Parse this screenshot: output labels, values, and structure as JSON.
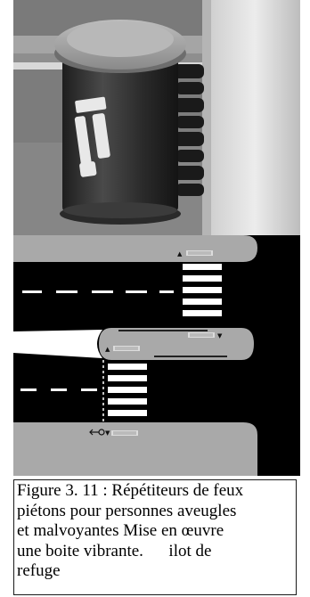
{
  "caption": {
    "lines": [
      "Figure 3. 11 : Répétiteurs de feux",
      "piétons pour personnes aveugles",
      "et malvoyantes Mise en œuvre",
      "une boite vibrante.      ilot de",
      "refuge"
    ]
  },
  "colors": {
    "diagram_background": "#000000",
    "sidewalk": "#a9a9a9",
    "markings": "#ffffff"
  },
  "icons": [
    "push-button-box-photo",
    "pedestrian-symbol",
    "traffic-light-symbol",
    "arrow-left-icon"
  ]
}
